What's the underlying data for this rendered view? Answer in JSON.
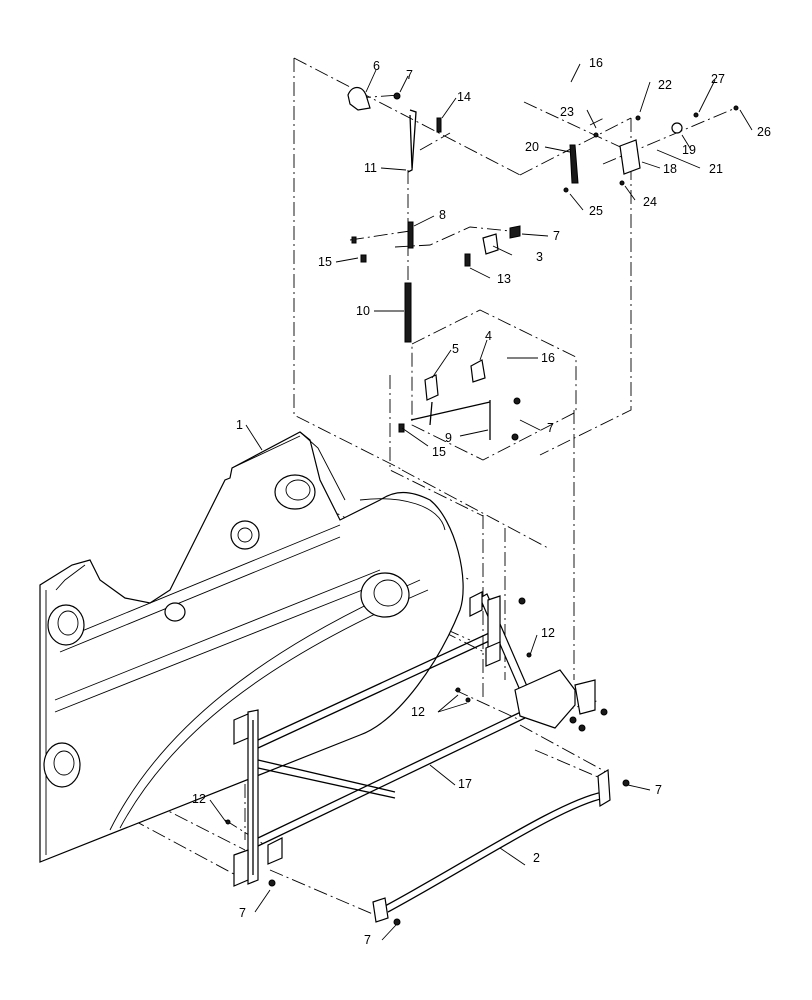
{
  "callouts": [
    {
      "id": "c6",
      "text": "6"
    },
    {
      "id": "c7a",
      "text": "7"
    },
    {
      "id": "c14",
      "text": "14"
    },
    {
      "id": "c11",
      "text": "11"
    },
    {
      "id": "c16a",
      "text": "16"
    },
    {
      "id": "c22",
      "text": "22"
    },
    {
      "id": "c27",
      "text": "27"
    },
    {
      "id": "c23",
      "text": "23"
    },
    {
      "id": "c26",
      "text": "26"
    },
    {
      "id": "c20",
      "text": "20"
    },
    {
      "id": "c19",
      "text": "19"
    },
    {
      "id": "c18",
      "text": "18"
    },
    {
      "id": "c21",
      "text": "21"
    },
    {
      "id": "c25",
      "text": "25"
    },
    {
      "id": "c24",
      "text": "24"
    },
    {
      "id": "c8",
      "text": "8"
    },
    {
      "id": "c7b",
      "text": "7"
    },
    {
      "id": "c15a",
      "text": "15"
    },
    {
      "id": "c3",
      "text": "3"
    },
    {
      "id": "c13",
      "text": "13"
    },
    {
      "id": "c10",
      "text": "10"
    },
    {
      "id": "c4",
      "text": "4"
    },
    {
      "id": "c5",
      "text": "5"
    },
    {
      "id": "c16b",
      "text": "16"
    },
    {
      "id": "c7c",
      "text": "7"
    },
    {
      "id": "c9",
      "text": "9"
    },
    {
      "id": "c15b",
      "text": "15"
    },
    {
      "id": "c1",
      "text": "1"
    },
    {
      "id": "c12a",
      "text": "12"
    },
    {
      "id": "c12b",
      "text": "12"
    },
    {
      "id": "c17",
      "text": "17"
    },
    {
      "id": "c7d",
      "text": "7"
    },
    {
      "id": "c12c",
      "text": "12"
    },
    {
      "id": "c2",
      "text": "2"
    },
    {
      "id": "c7e",
      "text": "7"
    },
    {
      "id": "c7f",
      "text": "7"
    }
  ]
}
